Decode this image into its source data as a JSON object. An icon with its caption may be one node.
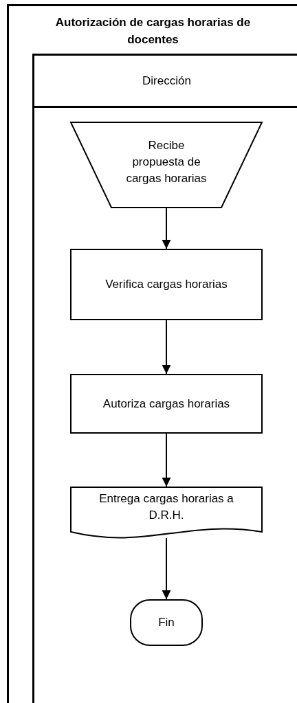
{
  "diagram": {
    "title": "Autorización de cargas horarias de docentes",
    "nodes": [
      {
        "text": [
          "Dirección"
        ]
      },
      {
        "text": [
          "Recibe propuesta de cargas horarias"
        ],
        "in": 0
      },
      {
        "text": [
          "Verifica cargas horarias"
        ],
        "in": 0
      },
      {
        "text": [
          "Autoriza cargas horarias"
        ],
        "in": 0
      },
      {
        "text": [
          "Entrega cargas horarias a D.R.H."
        ],
        "in": 0
      },
      {
        "text": [
          "Fin"
        ],
        "in": 0
      }
    ],
    "edges": [
      {
        "from": 1,
        "to": 2,
        "arrow": "to"
      },
      {
        "from": 2,
        "to": 3,
        "arrow": "to"
      },
      {
        "from": 3,
        "to": 4,
        "arrow": "to"
      },
      {
        "from": 4,
        "to": 5,
        "arrow": "to"
      }
    ]
  }
}
